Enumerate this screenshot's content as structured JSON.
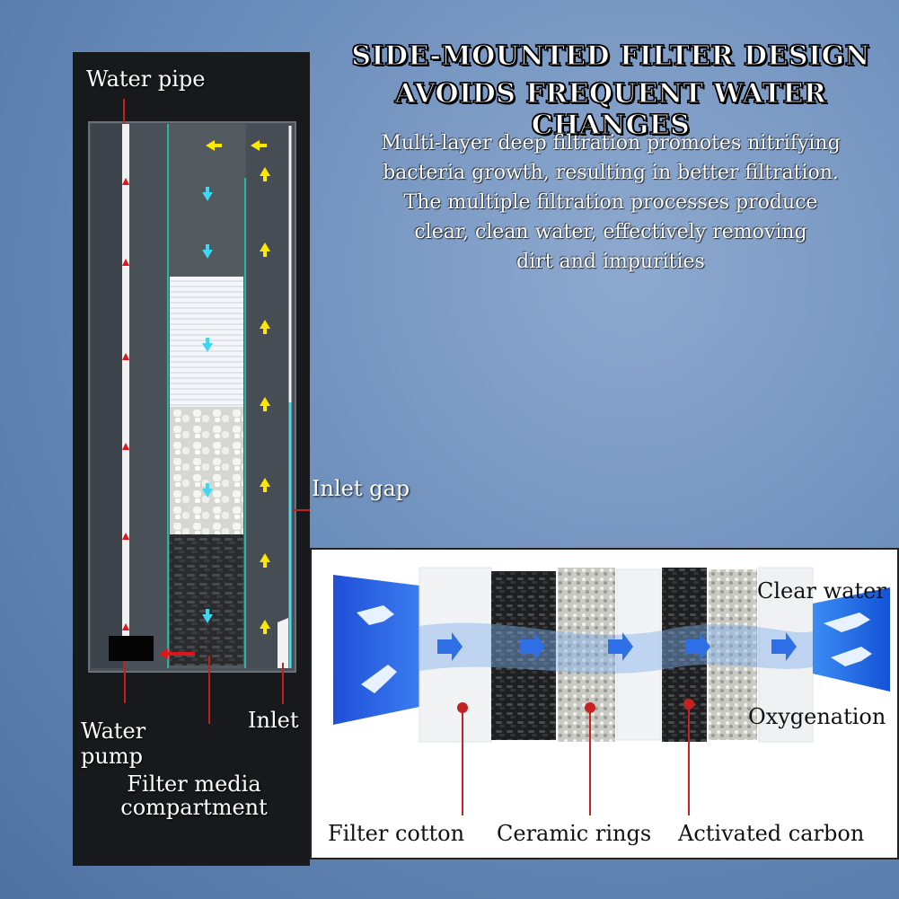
{
  "header": {
    "headline_line1": "SIDE-MOUNTED FILTER DESIGN",
    "headline_line2": "AVOIDS FREQUENT WATER CHANGES",
    "desc_lines": [
      "Multi-layer deep filtration promotes nitrifying",
      "bacteria growth, resulting in better filtration.",
      "The multiple filtration processes produce",
      "clear, clean water, effectively removing",
      "dirt and impurities"
    ]
  },
  "device_labels": {
    "water_pipe": "Water pipe",
    "inlet_gap": "Inlet gap",
    "water_pump_line1": "Water",
    "water_pump_line2": "pump",
    "inlet": "Inlet",
    "filter_media_line1": "Filter media",
    "filter_media_line2": "compartment"
  },
  "media_labels": {
    "clear_water": "Clear water",
    "oxygenation": "Oxygenation",
    "filter_cotton": "Filter cotton",
    "ceramic_rings": "Ceramic rings",
    "activated_carbon": "Activated carbon"
  },
  "colors": {
    "up_arrow": "#ffe800",
    "down_arrow": "#3fd6ef",
    "pipe_arrow": "#e0141a",
    "leader_line": "#c02020",
    "water_blue": "#1f4fd8"
  }
}
